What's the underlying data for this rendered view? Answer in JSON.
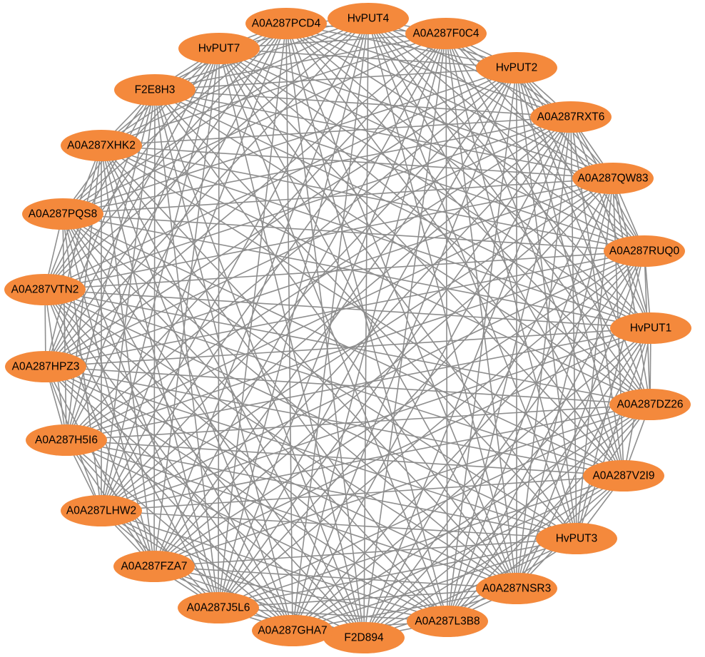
{
  "diagram": {
    "type": "protein-interaction-network",
    "layout": "circular",
    "colors": {
      "node_fill": "#f4893c",
      "edge": "#8e8e8e",
      "label": "#000000",
      "background": "#ffffff"
    },
    "nodes": [
      "HvPUT4",
      "A0A287F0C4",
      "HvPUT2",
      "A0A287RXT6",
      "A0A287QW83",
      "A0A287RUQ0",
      "HvPUT1",
      "A0A287DZ26",
      "A0A287V2I9",
      "HvPUT3",
      "A0A287NSR3",
      "A0A287L3B8",
      "F2D894",
      "A0A287GHA7",
      "A0A287J5L6",
      "A0A287FZA7",
      "A0A287LHW2",
      "A0A287H5I6",
      "A0A287HPZ3",
      "A0A287VTN2",
      "A0A287PQS8",
      "A0A287XHK2",
      "F2E8H3",
      "HvPUT7",
      "A0A287PCD4"
    ]
  }
}
